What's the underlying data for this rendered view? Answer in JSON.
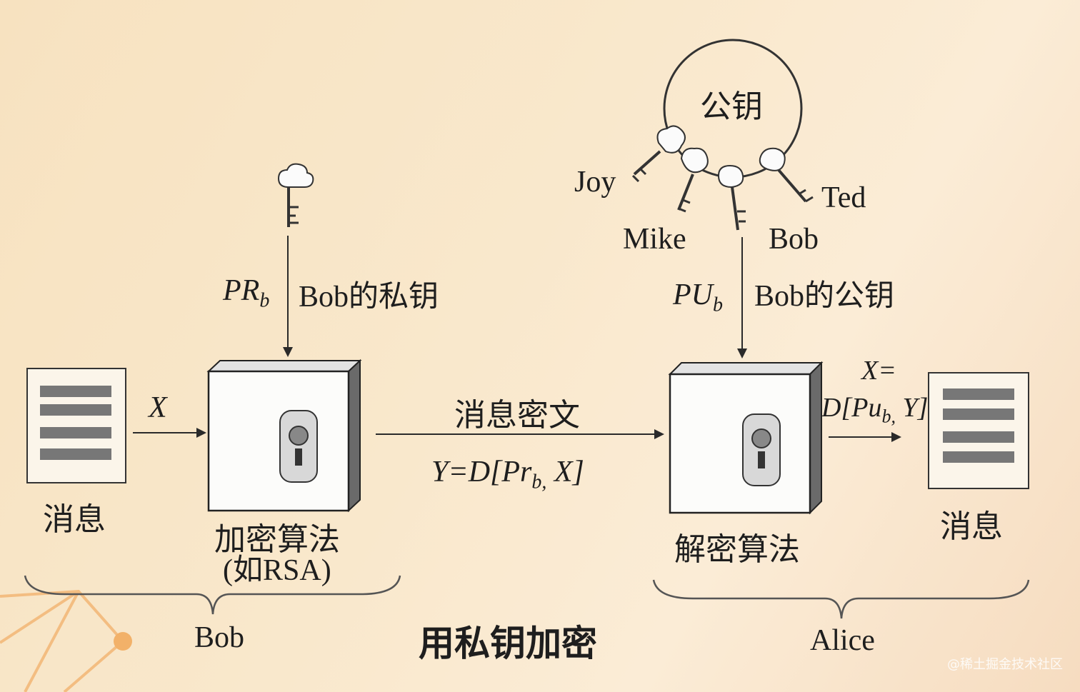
{
  "title": "用私钥加密",
  "watermark": "@稀土掘金技术社区",
  "bob_side": {
    "message_label": "消息",
    "x_label": "X",
    "algo_line1": "加密算法",
    "algo_line2": "(如RSA)",
    "key_symbol": "PR",
    "key_sub": "b",
    "key_label": "Bob的私钥",
    "group_label": "Bob"
  },
  "channel": {
    "label": "消息密文",
    "formula_pre": "Y=D[Pr",
    "formula_sub": "b,",
    "formula_post": " X]"
  },
  "alice_side": {
    "ring_label": "公钥",
    "key_names": [
      "Joy",
      "Mike",
      "Bob",
      "Ted"
    ],
    "key_symbol": "PU",
    "key_sub": "b",
    "key_label": "Bob的公钥",
    "algo_label": "解密算法",
    "out_line1": "X=",
    "out_pre": "D[Pu",
    "out_sub": "b,",
    "out_post": " Y]",
    "message_label": "消息",
    "group_label": "Alice"
  },
  "colors": {
    "ink": "#1e1e1e",
    "accent": "#f0a04a",
    "line": "#2a2a2a"
  }
}
